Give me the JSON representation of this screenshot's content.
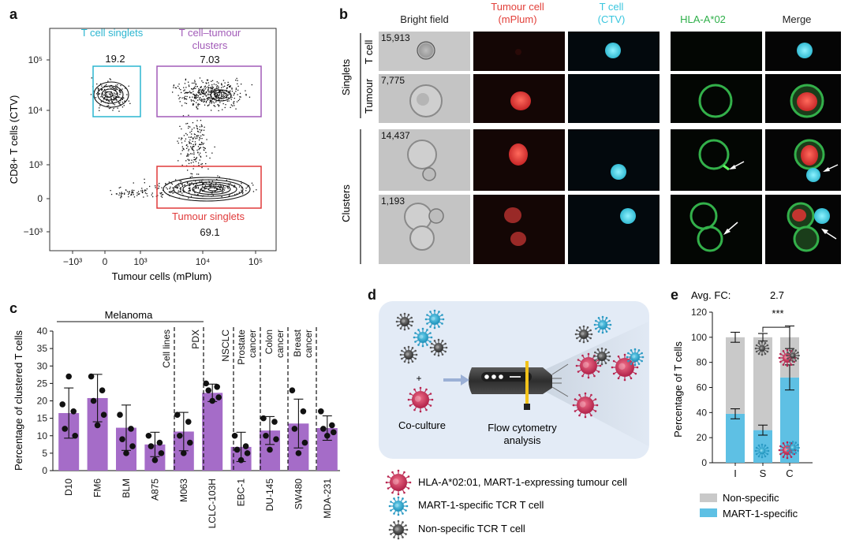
{
  "panel_letters": {
    "a": "a",
    "b": "b",
    "c": "c",
    "d": "d",
    "e": "e"
  },
  "colors": {
    "tcell_gate": "#2bb5d0",
    "cluster_gate": "#a25bb8",
    "tumour_gate": "#e03a3a",
    "bar_purple": "#a56cc8",
    "ctv_cyan": "#39c6de",
    "mplum_red": "#e2403a",
    "hla_green": "#2fb04a",
    "grey_bar": "#c9c9c9",
    "mart_blue": "#5ec0e4",
    "flow_bg": "#e3ebf6"
  },
  "panel_a": {
    "gate_tcell_label": "T cell singlets",
    "gate_tcell_value": "19.2",
    "gate_cluster_label_1": "T cell–tumour",
    "gate_cluster_label_2": "clusters",
    "gate_cluster_value": "7.03",
    "gate_tumour_label": "Tumour singlets",
    "gate_tumour_value": "69.1",
    "ylabel": "CD8+ T cells (CTV)",
    "xlabel": "Tumour cells (mPlum)",
    "yticks": [
      "10⁵",
      "10⁴",
      "10³",
      "0",
      "−10³"
    ],
    "xticks": [
      "−10³",
      "0",
      "10³",
      "10⁴",
      "10⁵"
    ]
  },
  "panel_b": {
    "col_headers": [
      {
        "line1": "Bright field",
        "line2": ""
      },
      {
        "line1": "Tumour cell",
        "line2": "(mPlum)"
      },
      {
        "line1": "T cell",
        "line2": "(CTV)"
      },
      {
        "line1": "HLA-A*02",
        "line2": ""
      },
      {
        "line1": "Merge",
        "line2": ""
      }
    ],
    "group_singlets": "Singlets",
    "group_clusters": "Clusters",
    "row_tcell": "T cell",
    "row_tumour": "Tumour",
    "counts": [
      "15,913",
      "7,775",
      "14,437",
      "1,193"
    ]
  },
  "panel_c": {
    "ylabel": "Percentage of clustered T cells",
    "group_melanoma": "Melanoma",
    "divider_labels": [
      "Cell lines",
      "PDX",
      "NSCLC",
      "Prostate cancer",
      "Colon cancer",
      "Breast cancer"
    ],
    "divider_labels_lines": [
      [
        "Cell lines"
      ],
      [
        "PDX"
      ],
      [
        "NSCLC"
      ],
      [
        "Prostate",
        "cancer"
      ],
      [
        "Colon",
        "cancer"
      ],
      [
        "Breast",
        "cancer"
      ]
    ],
    "yticks": [
      "0",
      "5",
      "10",
      "15",
      "20",
      "25",
      "30",
      "35",
      "40"
    ]
  },
  "panel_d": {
    "coculture_label": "Co-culture",
    "flow_label_1": "Flow cytometry",
    "flow_label_2": "analysis",
    "legend_tumour": "HLA-A*02:01, MART-1-expressing tumour cell",
    "legend_mart": "MART-1-specific TCR T cell",
    "legend_nonspec": "Non-specific TCR T cell",
    "plus": "+"
  },
  "panel_e": {
    "avg_fc_label": "Avg. FC:",
    "avg_fc_value": "2.7",
    "significance": "***",
    "ylabel": "Percentage of T cells",
    "legend_nonspecific": "Non-specific",
    "legend_mart": "MART-1-specific"
  },
  "chart_data": [
    {
      "type": "bar",
      "title": "",
      "ylabel": "Percentage of clustered T cells",
      "ylim": [
        0,
        40
      ],
      "categories": [
        "D10",
        "FM6",
        "BLM",
        "A875",
        "M063",
        "LCLC-103H",
        "EBC-1",
        "DU-145",
        "SW480",
        "MDA-231"
      ],
      "values": [
        16.5,
        20.8,
        12.3,
        7.5,
        11.2,
        22.3,
        6.8,
        11.5,
        13.5,
        12.2
      ],
      "error": [
        7.2,
        6.8,
        6.5,
        3.5,
        5.5,
        2.5,
        4.2,
        4.0,
        7.0,
        3.5
      ],
      "points": [
        [
          19,
          17,
          12,
          10,
          27
        ],
        [
          27,
          23,
          20,
          16,
          13
        ],
        [
          16,
          12,
          9,
          7,
          5
        ],
        [
          10,
          8,
          7,
          5,
          3
        ],
        [
          16,
          14,
          10,
          8,
          5
        ],
        [
          25,
          24,
          23,
          21,
          20
        ],
        [
          10,
          7,
          6,
          5,
          3
        ],
        [
          15,
          14,
          10,
          9,
          6
        ],
        [
          23,
          17,
          12,
          8,
          5
        ],
        [
          17,
          13,
          12,
          11,
          10
        ]
      ]
    },
    {
      "type": "bar",
      "title": "",
      "ylabel": "Percentage of T cells",
      "ylim": [
        0,
        120
      ],
      "categories": [
        "I",
        "S",
        "C"
      ],
      "series": [
        {
          "name": "MART-1-specific",
          "values": [
            39,
            26,
            68
          ],
          "error": [
            4,
            4,
            10
          ]
        },
        {
          "name": "Non-specific",
          "values": [
            61,
            74,
            32
          ],
          "error": [
            4,
            3,
            9
          ]
        }
      ]
    }
  ]
}
